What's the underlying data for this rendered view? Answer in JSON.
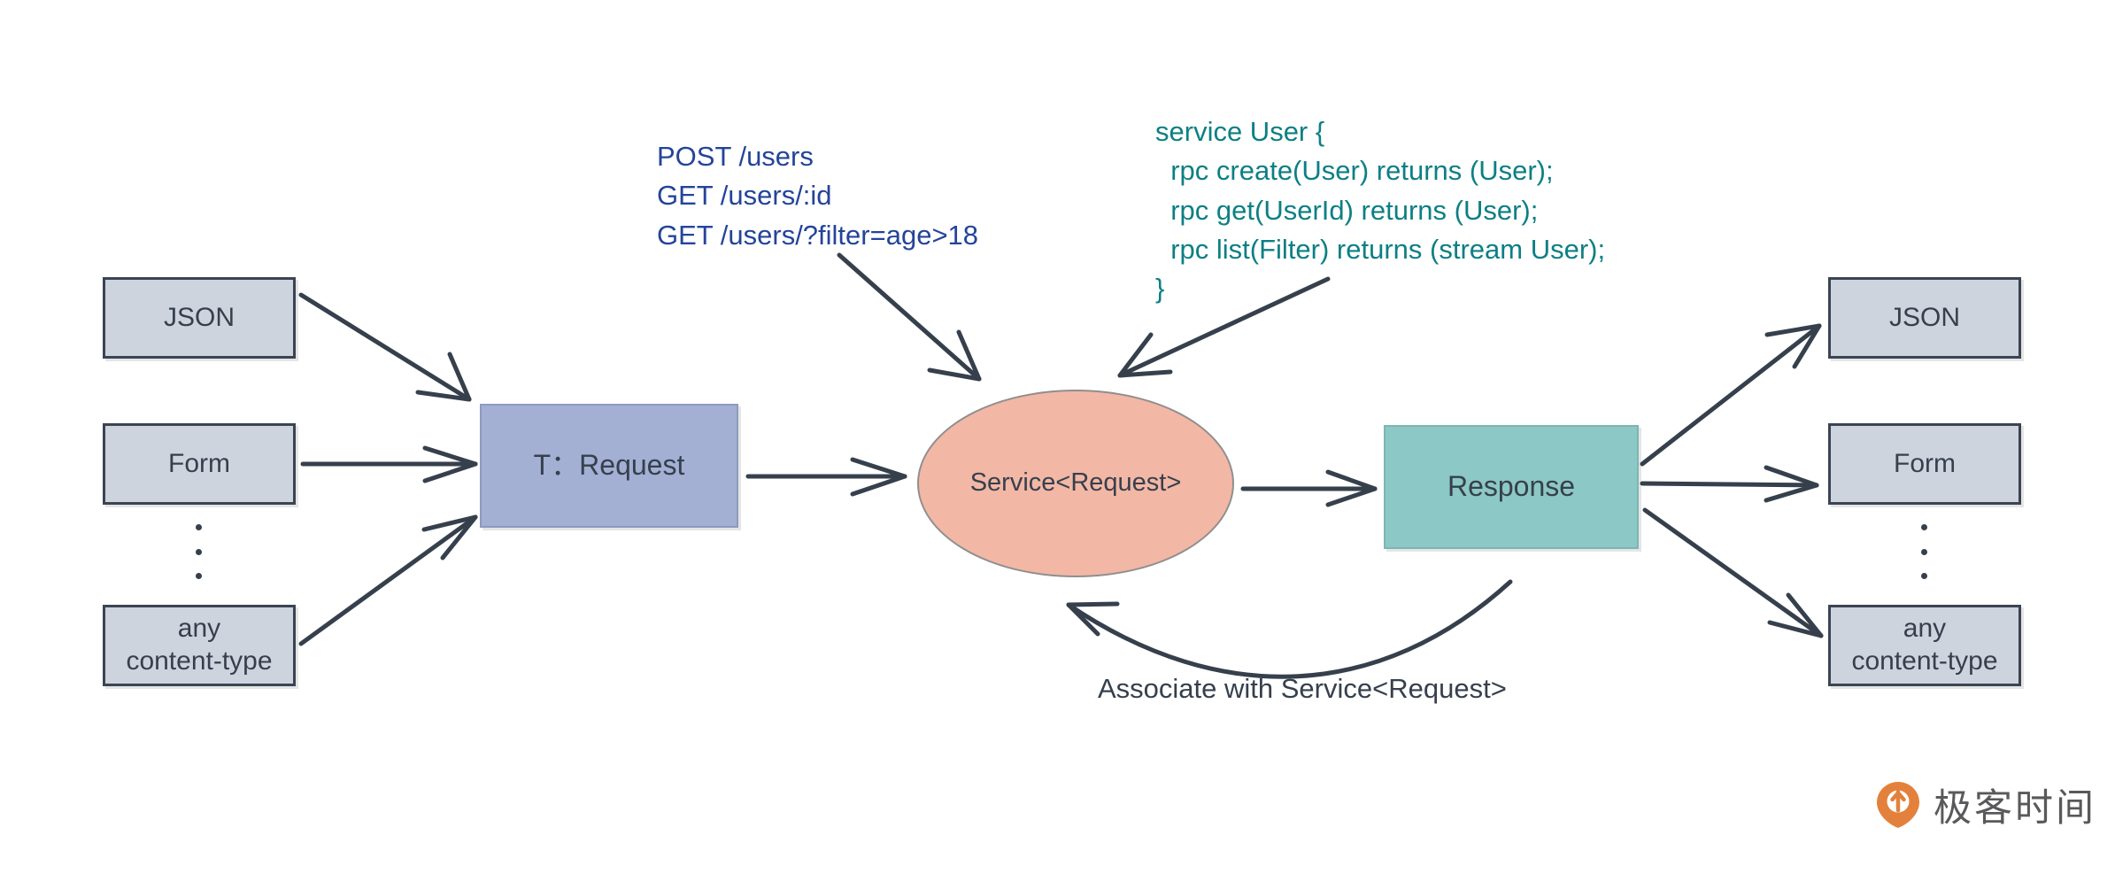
{
  "diagram": {
    "title": "Service<Request> request/response pipeline",
    "colors": {
      "io_box_fill": "#ced4de",
      "io_box_border": "#3b4453",
      "request_fill": "#a3b0d4",
      "service_fill": "#f3b7a6",
      "response_fill": "#8cc8c5",
      "http_text": "#24449a",
      "grpc_text": "#0d7f84",
      "arrow": "#36404d",
      "watermark_logo": "#e3813c"
    }
  },
  "inputs": {
    "boxes": [
      {
        "label": "JSON"
      },
      {
        "label": "Form"
      },
      {
        "label": "any\ncontent-type"
      }
    ],
    "ellipsis": "•••"
  },
  "outputs": {
    "boxes": [
      {
        "label": "JSON"
      },
      {
        "label": "Form"
      },
      {
        "label": "any\ncontent-type"
      }
    ],
    "ellipsis": "•••"
  },
  "pipeline": {
    "request": {
      "label": "T：Request"
    },
    "service": {
      "label": "Service<Request>"
    },
    "response": {
      "label": "Response"
    }
  },
  "annotations": {
    "http": {
      "lines": [
        "POST /users",
        "GET /users/:id",
        "GET /users/?filter=age>18"
      ],
      "text": "POST /users\nGET /users/:id\nGET /users/?filter=age>18"
    },
    "grpc": {
      "lines": [
        "service User {",
        "  rpc create(User) returns (User);",
        "  rpc get(UserId) returns (User);",
        "  rpc list(Filter) returns (stream User);",
        "}"
      ],
      "text": "service User {\n  rpc create(User) returns (User);\n  rpc get(UserId) returns (User);\n  rpc list(Filter) returns (stream User);\n}"
    },
    "feedback_caption": "Associate with Service<Request>"
  },
  "watermark": {
    "text": "极客时间"
  }
}
